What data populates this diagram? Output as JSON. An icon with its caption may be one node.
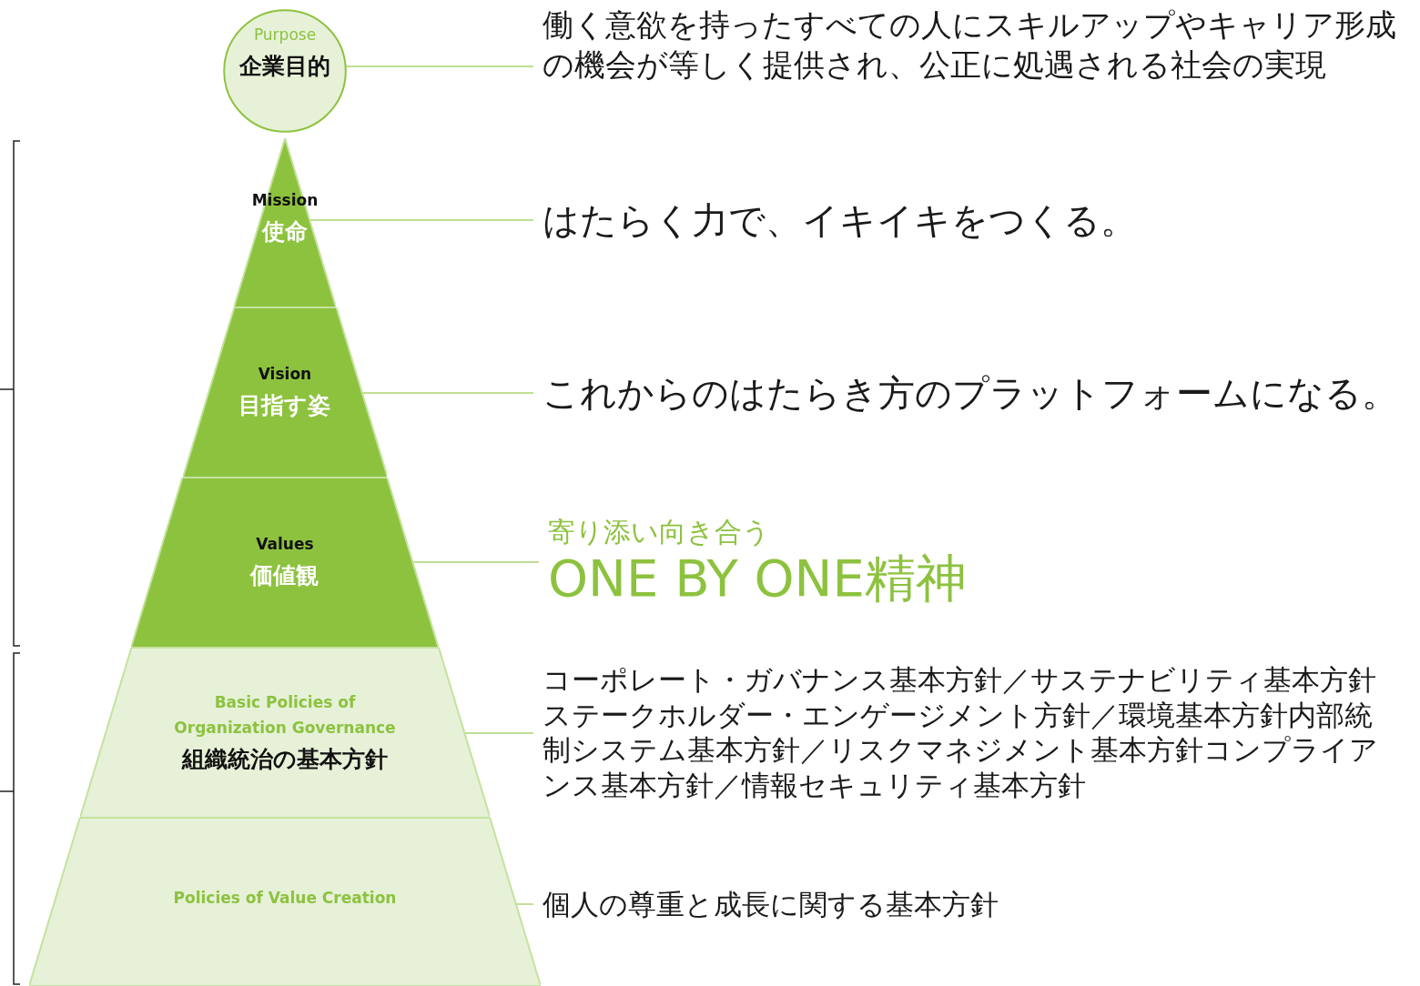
{
  "diagram": {
    "nodes": [
      {
        "text": [
          "Purpose",
          "企業目的"
        ]
      },
      {
        "text": [
          "Mission",
          "使命"
        ]
      },
      {
        "text": [
          "Vision",
          "目指す姿"
        ]
      },
      {
        "text": [
          "Values",
          "価値観"
        ]
      },
      {
        "text": [
          "Basic Policies of Organization Governance",
          "組織統治の基本方針"
        ]
      },
      {
        "text": [
          "Policies of Value Creation"
        ]
      },
      {
        "text": [
          "働く意欲を持ったすべての人にスキルアップやキャリア形成の機会が等しく提供され、公正に処遇される社会の実現"
        ]
      },
      {
        "text": [
          "はたらく力で、イキイキをつくる。"
        ]
      },
      {
        "text": [
          "これからのはたらき方のプラットフォームになる。"
        ]
      },
      {
        "text": [
          "寄り添い向き合う",
          "ONE BY ONE精神"
        ]
      },
      {
        "text": [
          "コーポレート・ガバナンス基本方針／サステナビリティ基本方針ステークホルダー・エンゲージメント方針／環境基本方針内部統制システム基本方針／リスクマネジメント基本方針コンプライアンス基本方針／情報セキュリティ基本方針"
        ]
      },
      {
        "text": [
          "個人の尊重と成長に関する基本方針"
        ]
      }
    ],
    "edges": [
      {
        "from": 0,
        "to": 6,
        "arrow": "none"
      },
      {
        "from": 1,
        "to": 7,
        "arrow": "none"
      },
      {
        "from": 2,
        "to": 8,
        "arrow": "none"
      },
      {
        "from": 3,
        "to": 9,
        "arrow": "none"
      },
      {
        "from": 4,
        "to": 10,
        "arrow": "none"
      },
      {
        "from": 5,
        "to": 11,
        "arrow": "none"
      }
    ]
  }
}
